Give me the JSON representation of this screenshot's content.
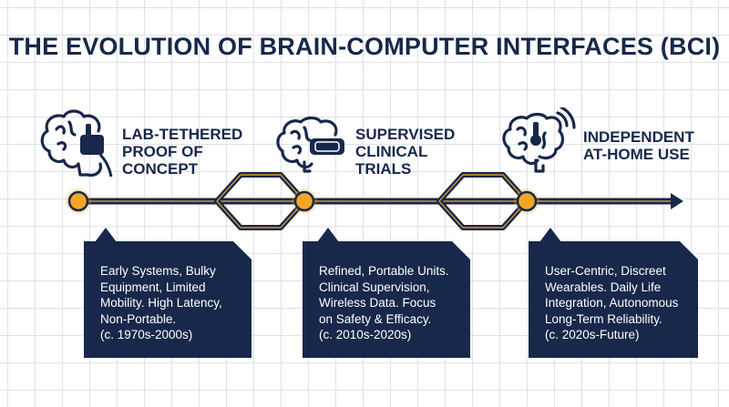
{
  "title": "THE EVOLUTION OF BRAIN-COMPUTER INTERFACES (BCI)",
  "colors": {
    "navy": "#17284a",
    "node": "#f6a623",
    "grid": "#d7dbe2"
  },
  "phases": [
    {
      "label_lines": [
        "LAB-TETHERED",
        "PROOF OF",
        "CONCEPT"
      ],
      "icon": "brain-headset-cable-icon",
      "card_lines": [
        "Early Systems, Bulky",
        "Equipment, Limited",
        "Mobility. High Latency,",
        "Non-Portable.",
        "(c. 1970s-2000s)"
      ]
    },
    {
      "label_lines": [
        "SUPERVISED",
        "CLINICAL",
        "TRIALS"
      ],
      "icon": "brain-vr-headset-icon",
      "card_lines": [
        "Refined, Portable Units.",
        "Clinical Supervision,",
        "Wireless Data. Focus",
        "on Safety & Efficacy.",
        "(c. 2010s-2020s)"
      ]
    },
    {
      "label_lines": [
        "INDEPENDENT",
        "AT-HOME USE"
      ],
      "icon": "brain-wireless-icon",
      "card_lines": [
        "User-Centric, Discreet",
        "Wearables. Daily Life",
        "Integration, Autonomous",
        "Long-Term Reliability.",
        "(c. 2020s-Future)"
      ]
    }
  ]
}
